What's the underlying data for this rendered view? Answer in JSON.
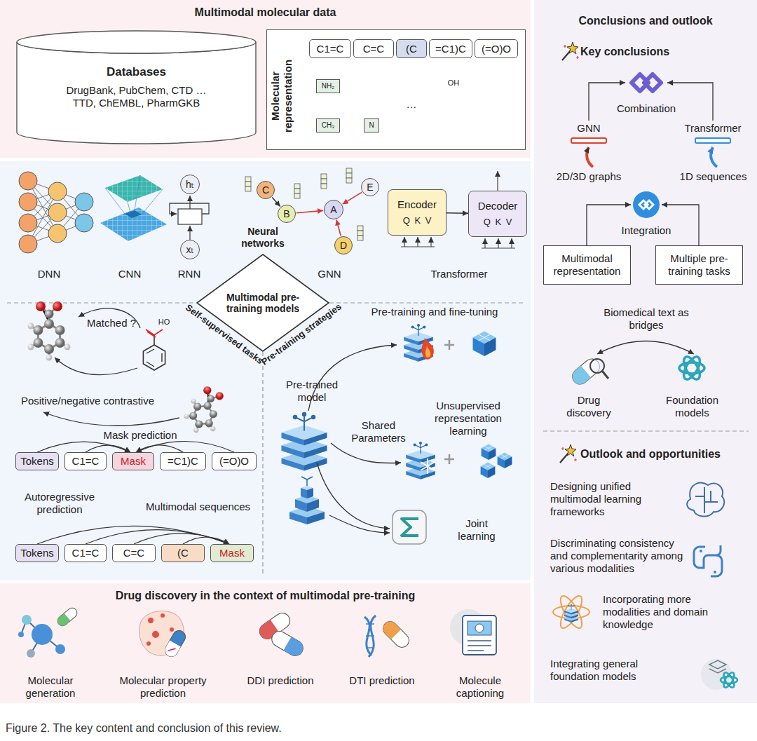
{
  "diagram": {
    "caption": "Figure 2. The key content and conclusion of this review.",
    "nodes": [
      {
        "text": [
          "Multimodal molecular data"
        ]
      },
      {
        "text": [
          "Databases",
          "DrugBank, PubChem, CTD … TTD, ChEMBL, PharmGKB"
        ],
        "in": 0
      },
      {
        "text": [
          "Molecular representation"
        ],
        "in": 0
      },
      {
        "text": [
          "C1=C"
        ],
        "in": 2
      },
      {
        "text": [
          "C=C"
        ],
        "in": 2
      },
      {
        "text": [
          "(C"
        ],
        "in": 2
      },
      {
        "text": [
          "=C1)C"
        ],
        "in": 2
      },
      {
        "text": [
          "(=O)O"
        ],
        "in": 2
      },
      {
        "text": [
          "NH₂"
        ],
        "in": 2
      },
      {
        "text": [
          "CH₃"
        ],
        "in": 2
      },
      {
        "text": [
          "N"
        ],
        "in": 2
      },
      {
        "text": [
          "hₜ"
        ]
      },
      {
        "text": [
          "xₜ"
        ]
      },
      {
        "text": [
          "C"
        ]
      },
      {
        "text": [
          "B"
        ]
      },
      {
        "text": [
          "A"
        ]
      },
      {
        "text": [
          "E"
        ]
      },
      {
        "text": [
          "D"
        ]
      },
      {
        "text": [
          "Encoder",
          "Q K V"
        ]
      },
      {
        "text": [
          "Decoder",
          "Q K V"
        ]
      },
      {
        "text": [
          "Multimodal pre-training models"
        ]
      },
      {
        "text": [
          "Tokens"
        ]
      },
      {
        "text": [
          "C1=C"
        ]
      },
      {
        "text": [
          "Mask"
        ]
      },
      {
        "text": [
          "=C1)C"
        ]
      },
      {
        "text": [
          "(=O)O"
        ]
      },
      {
        "text": [
          "Tokens"
        ]
      },
      {
        "text": [
          "C1=C"
        ]
      },
      {
        "text": [
          "C=C"
        ]
      },
      {
        "text": [
          "(C"
        ]
      },
      {
        "text": [
          "Mask"
        ]
      },
      {
        "text": [
          "Drug discovery in the context of multimodal pre-training"
        ]
      },
      {
        "text": [
          "Conclusions and outlook"
        ]
      },
      {
        "text": [
          "Multimodal representation"
        ],
        "in": 32
      },
      {
        "text": [
          "Multiple pre-training tasks"
        ],
        "in": 32
      }
    ],
    "edges": [
      {
        "from": 13,
        "to": 14,
        "arrow": "to"
      },
      {
        "from": 14,
        "to": 15,
        "arrow": "to"
      },
      {
        "from": 16,
        "to": 15,
        "arrow": "to"
      },
      {
        "from": 17,
        "to": 15,
        "arrow": "to"
      },
      {
        "from": 18,
        "to": 19,
        "arrow": "to"
      },
      {
        "from": 21,
        "to": 23,
        "arrow": "to"
      },
      {
        "from": 22,
        "to": 23,
        "arrow": "to"
      },
      {
        "from": 24,
        "to": 23,
        "arrow": "to"
      },
      {
        "from": 25,
        "to": 23,
        "arrow": "to"
      },
      {
        "from": 26,
        "to": 30,
        "arrow": "to"
      },
      {
        "from": 27,
        "to": 30,
        "arrow": "to"
      },
      {
        "from": 28,
        "to": 30,
        "arrow": "to"
      },
      {
        "from": 29,
        "to": 30,
        "arrow": "to"
      }
    ],
    "labels": [
      "…",
      "OH",
      "Neural networks",
      "DNN",
      "CNN",
      "RNN",
      "GNN",
      "Transformer",
      "Self-supervised tasks",
      "Pre-training strategies",
      "Matched ?",
      "Positive/negative contrastive",
      "Mask prediction",
      "Autoregressive prediction",
      "Multimodal sequences",
      "HO",
      "Pre-training and fine-tuning",
      "Pre-trained model",
      "Shared Parameters",
      "Unsupervised representation learning",
      "Joint learning",
      "Molecular generation",
      "Molecular property prediction",
      "DDI prediction",
      "DTI prediction",
      "Molecule captioning",
      "Key conclusions",
      "Combination",
      "GNN",
      "Transformer",
      "2D/3D graphs",
      "1D sequences",
      "Integration",
      "Biomedical text as bridges",
      "Drug discovery",
      "Foundation models",
      "Outlook and opportunities",
      "Designing unified multimodal learning frameworks",
      "Discriminating consistency and complementarity among various modalities",
      "Incorporating more modalities and domain knowledge",
      "Integrating general foundation models"
    ]
  }
}
